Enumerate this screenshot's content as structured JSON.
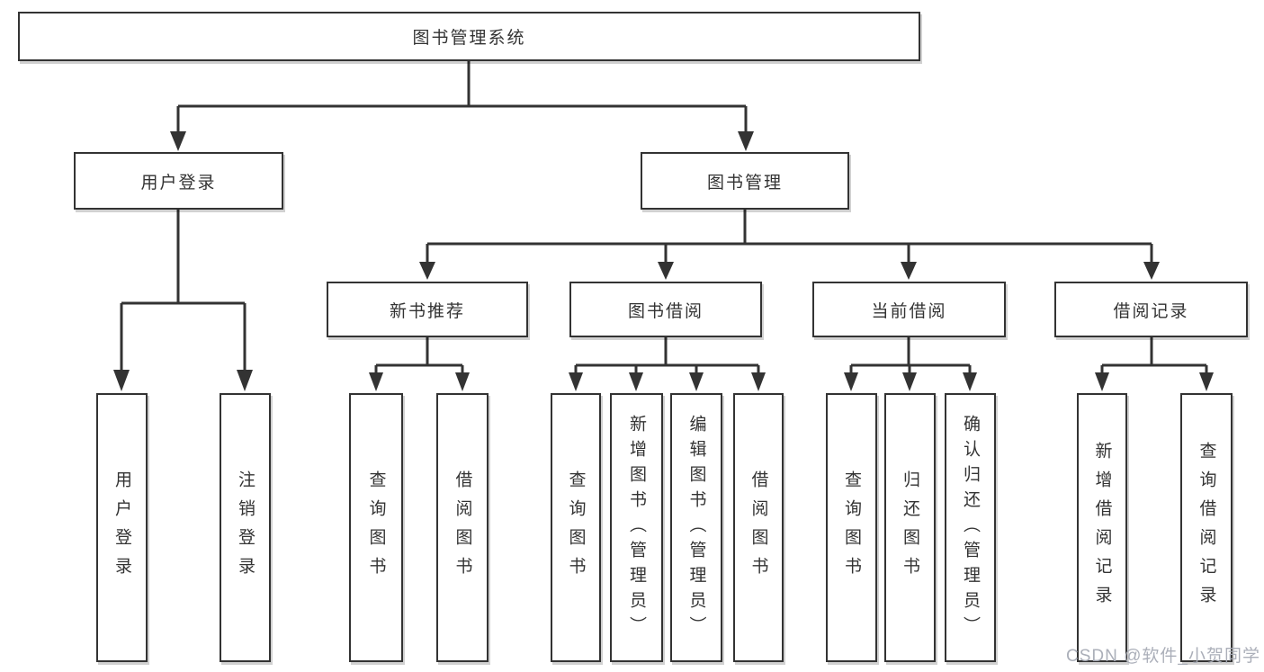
{
  "tree": {
    "label": "图书管理系统",
    "children": [
      {
        "label": "用户登录",
        "children": [
          {
            "label": "用户登录"
          },
          {
            "label": "注销登录"
          }
        ]
      },
      {
        "label": "图书管理",
        "children": [
          {
            "label": "新书推荐",
            "children": [
              {
                "label": "查询图书"
              },
              {
                "label": "借阅图书"
              }
            ]
          },
          {
            "label": "图书借阅",
            "children": [
              {
                "label": "查询图书"
              },
              {
                "label": "新增图书（管理员）"
              },
              {
                "label": "编辑图书（管理员）"
              },
              {
                "label": "借阅图书"
              }
            ]
          },
          {
            "label": "当前借阅",
            "children": [
              {
                "label": "查询图书"
              },
              {
                "label": "归还图书"
              },
              {
                "label": "确认归还（管理员）"
              }
            ]
          },
          {
            "label": "借阅记录",
            "children": [
              {
                "label": "新增借阅记录"
              },
              {
                "label": "查询借阅记录"
              }
            ]
          }
        ]
      }
    ]
  },
  "watermark": {
    "text": "CSDN @软件_小贺同学"
  },
  "colors": {
    "line": "#333333",
    "text": "#333333",
    "background": "#ffffff",
    "watermark": "#a6abb5"
  }
}
